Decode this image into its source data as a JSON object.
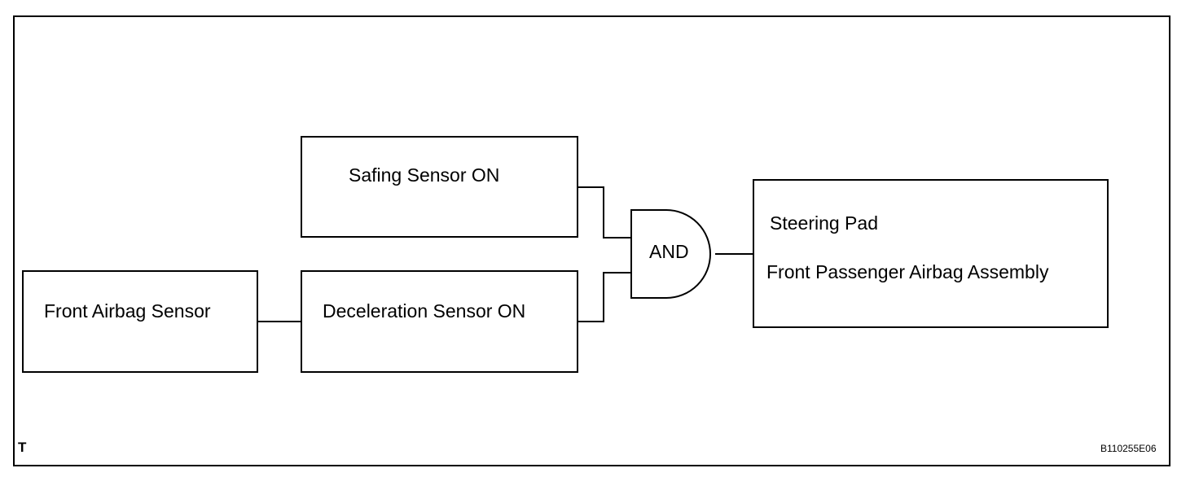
{
  "blocks": {
    "safing": "Safing Sensor ON",
    "deceleration": "Deceleration Sensor ON",
    "front_airbag": "Front Airbag Sensor",
    "and_gate": "AND",
    "output_line1": "Steering Pad",
    "output_line2": "Front Passenger Airbag Assembly"
  },
  "corner_mark": "T",
  "figure_code": "B110255E06"
}
